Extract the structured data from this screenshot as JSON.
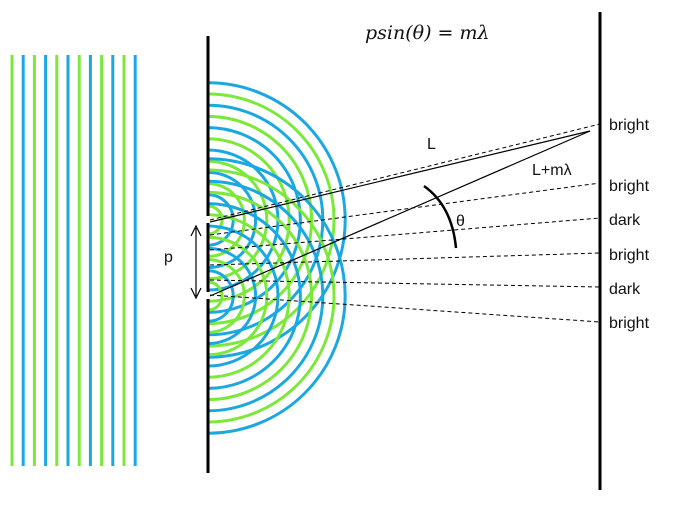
{
  "formula": "psin(θ) = mλ",
  "labels": {
    "slit_spacing": "p",
    "path_length": "L",
    "path_difference": "L+mλ",
    "angle": "θ"
  },
  "fringes": [
    "bright",
    "bright",
    "dark",
    "bright",
    "dark",
    "bright"
  ],
  "colors": {
    "wave_green": "#7be83a",
    "wave_blue": "#1ba8e0",
    "line": "#000000"
  }
}
